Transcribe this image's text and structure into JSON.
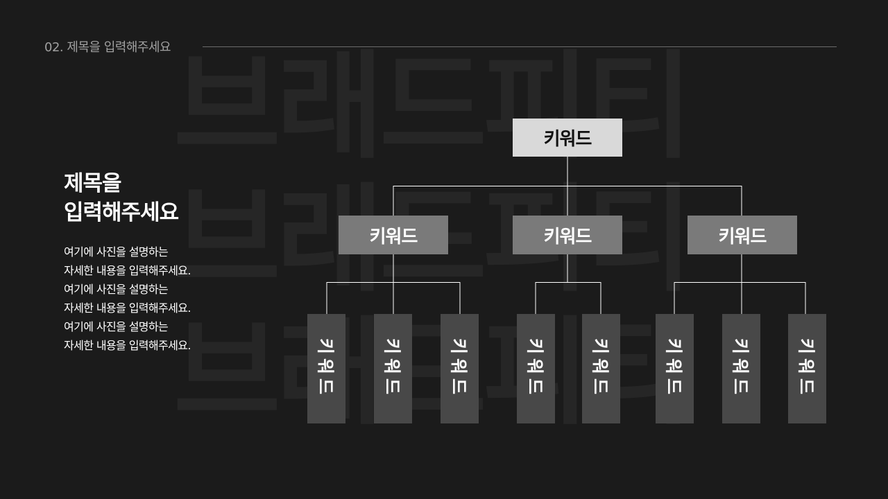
{
  "header": {
    "title": "02. 제목을 입력해주세요"
  },
  "background_text": [
    "브래드피티",
    "브래드피티",
    "브래드피티"
  ],
  "sidebar": {
    "title_lines": [
      "제목을",
      "입력해주세요"
    ],
    "description_lines": [
      "여기에 사진을 설명하는",
      "자세한 내용을 입력해주세요.",
      "여기에 사진을 설명하는",
      "자세한 내용을 입력해주세요.",
      "여기에 사진을 설명하는",
      "자세한 내용을 입력해주세요."
    ]
  },
  "diagram": {
    "root": {
      "label": "키워드"
    },
    "children": [
      {
        "label": "키워드",
        "leaves": [
          "키워드",
          "키워드",
          "키워드"
        ]
      },
      {
        "label": "키워드",
        "leaves": [
          "키워드",
          "키워드"
        ]
      },
      {
        "label": "키워드",
        "leaves": [
          "키워드",
          "키워드",
          "키워드"
        ]
      }
    ]
  },
  "colors": {
    "background": "#1b1b1b",
    "root_box": "#d9d9d9",
    "mid_box": "#7a7a7a",
    "leaf_box": "#484848",
    "connector": "#ffffff"
  }
}
